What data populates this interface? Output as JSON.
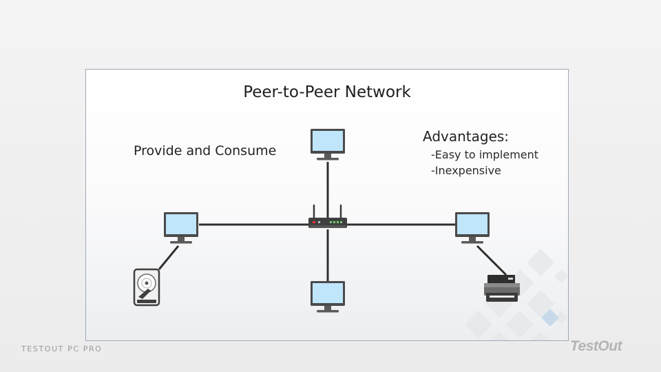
{
  "slide": {
    "title": "Peer-to-Peer Network",
    "subtitle": "Provide and Consume",
    "advantages": {
      "heading": "Advantages:",
      "items": [
        "-Easy to implement",
        "-Inexpensive"
      ]
    }
  },
  "footer": {
    "brand": "TESTOUT PC PRO",
    "logo": "TestOut"
  },
  "icons": {
    "hub": "router-icon",
    "computers": [
      "monitor-icon",
      "monitor-icon",
      "monitor-icon",
      "monitor-icon"
    ],
    "storage": "hard-drive-icon",
    "printer": "printer-icon"
  },
  "colors": {
    "screen": "#bfe6fb",
    "device_frame": "#4a4a4a",
    "cable": "#2f2f2f",
    "pattern_blue": "#b8d2e6"
  }
}
